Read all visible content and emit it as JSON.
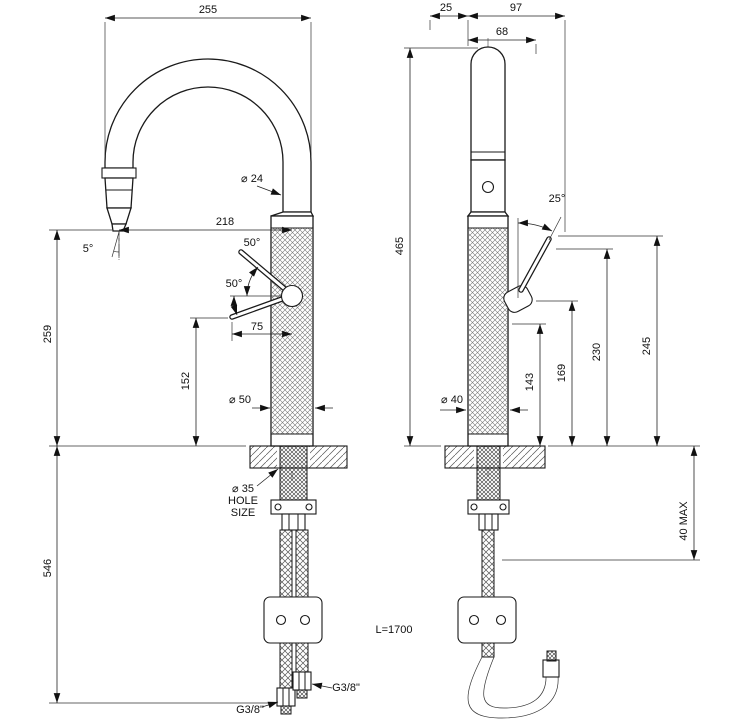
{
  "colors": {
    "drawing_ink": "#1a1a1a"
  },
  "front_view": {
    "overall_width": "255",
    "spout_reach": "218",
    "spray_tip_angle": "5°",
    "handle_swing_upper": "50°",
    "handle_swing_lower": "50°",
    "handle_length": "75",
    "handle_clearance": "152",
    "spout_clearance": "259",
    "below_deck_length": "546",
    "spout_diameter": "⌀ 24",
    "body_diameter": "⌀ 50",
    "hole_diameter": "⌀ 35",
    "hole_line1": "HOLE",
    "hole_line2": "SIZE",
    "connection_left": "G3/8\"",
    "connection_right": "G3/8\""
  },
  "side_view": {
    "top_offset": "25",
    "top_depth": "97",
    "spout_offset": "68",
    "handle_tilt": "25°",
    "overall_height": "465",
    "handle_top_height": "230",
    "handle_tip_height": "245",
    "body_feature_height": "143",
    "handle_pivot_height": "169",
    "body_diameter": "⌀ 40",
    "deck_thickness_max": "40 MAX",
    "hose_length": "L=1700"
  }
}
